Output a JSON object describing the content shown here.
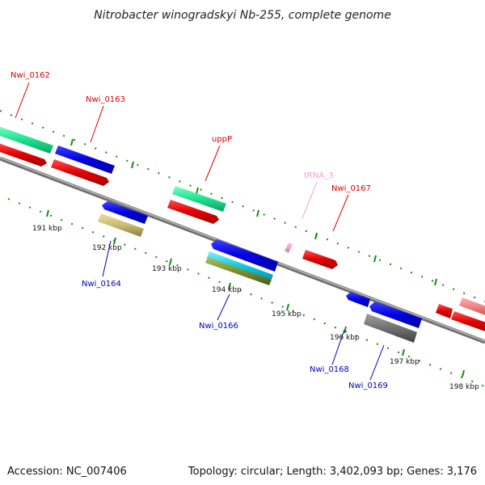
{
  "title": "Nitrobacter winogradskyi Nb-255, complete genome",
  "footer": {
    "accession": "Accession: NC_007406",
    "summary": "Topology: circular; Length: 3,402,093 bp; Genes: 3,176"
  },
  "tick_labels": [
    "191 kbp",
    "192 kbp",
    "193 kbp",
    "194 kbp",
    "195 kbp",
    "196 kbp",
    "197 kbp",
    "198 kbp"
  ],
  "gene_labels": [
    {
      "text": "Nwi_0162",
      "color": "#e00000"
    },
    {
      "text": "Nwi_0163",
      "color": "#e00000"
    },
    {
      "text": "uppP",
      "color": "#e00000"
    },
    {
      "text": "tRNA_3",
      "color": "#f0a0c8"
    },
    {
      "text": "Nwi_0167",
      "color": "#e00000"
    },
    {
      "text": "Nwi_0164",
      "color": "#0000c0"
    },
    {
      "text": "Nwi_0166",
      "color": "#0000c0"
    },
    {
      "text": "Nwi_0168",
      "color": "#0000c0"
    },
    {
      "text": "Nwi_0169",
      "color": "#0000c0"
    }
  ],
  "colors": {
    "forward_cds": "#e00000",
    "reverse_cds": "#0000e0",
    "rrna_like": "#20e090",
    "trna": "#f090c8",
    "tick": "#1a8a1a",
    "backbone": "#8a8a8a"
  }
}
